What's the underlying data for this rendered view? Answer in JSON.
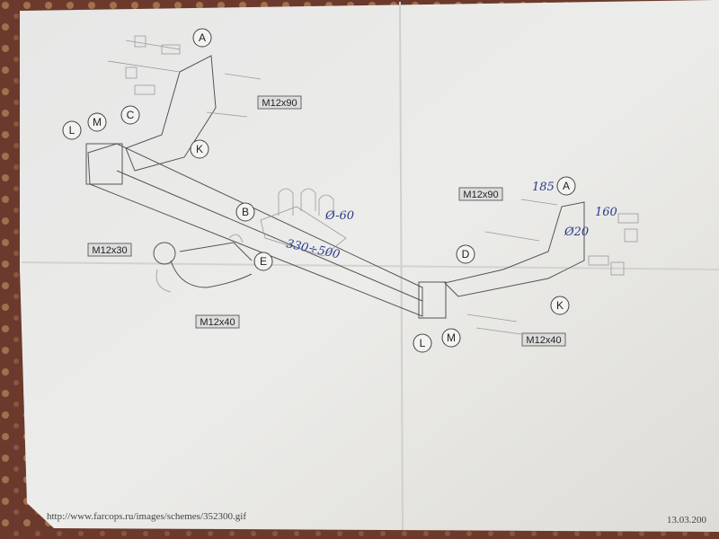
{
  "diagram": {
    "part_labels": {
      "a_left": "A",
      "c": "C",
      "m_left": "M",
      "l_left": "L",
      "k_left": "K",
      "b": "B",
      "e": "E",
      "d": "D",
      "a_right": "A",
      "k_right": "K",
      "l_right": "L",
      "m_right": "M"
    },
    "bolt_labels": {
      "left_top": "M12x90",
      "ball": "M12x30",
      "left_bottom": "M12x40",
      "right_top": "M12x90",
      "right_bottom": "M12x40"
    },
    "handwritten": {
      "diameter": "Ø-60",
      "range": "330÷500",
      "length_185": "185",
      "length_160": "160",
      "hole": "Ø20"
    },
    "footer": {
      "url": "http://www.farcops.ru/images/schemes/352300.gif",
      "date": "13.03.200"
    }
  },
  "colors": {
    "paper": "#e9e9e6",
    "carpet": "#6b3a2c",
    "ink": "#2a3a8a"
  }
}
